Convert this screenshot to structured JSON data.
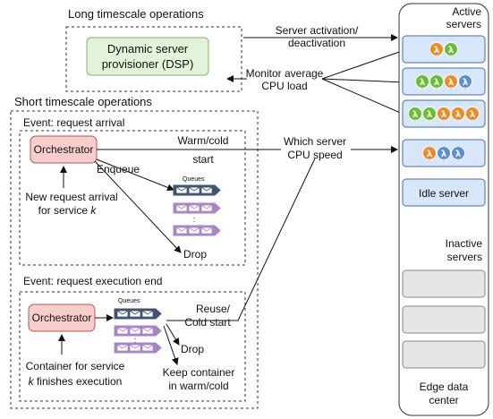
{
  "labels": {
    "long_timescale": "Long timescale operations",
    "short_timescale": "Short timescale operations",
    "dsp_line1": "Dynamic server",
    "dsp_line2": "provisioner (DSP)",
    "server_activation_line1": "Server activation/",
    "server_activation_line2": "deactivation",
    "monitor_line1": "Monitor average",
    "monitor_line2": "CPU load",
    "event_arrival": "Event: request arrival",
    "event_exec_end": "Event: request execution end",
    "orchestrator": "Orchestrator",
    "warm_cold_line1": "Warm/cold",
    "warm_cold_line2": "start",
    "enqueue": "Enqueue",
    "queues": "Queues",
    "drop": "Drop",
    "new_request_line1": "New request arrival",
    "new_request_line2": "for service ",
    "service_k": "k",
    "which_server_line1": "Which server",
    "which_server_line2": "CPU speed",
    "reuse_line1": "Reuse/",
    "reuse_line2": "Cold start",
    "container_line1": "Container for service",
    "container_line2_k": "k",
    "container_line2_rest": " finishes execution",
    "keep_line1": "Keep container",
    "keep_line2": "in warm/cold",
    "active_line1": "Active",
    "active_line2": "servers",
    "idle_server": "Idle server",
    "inactive_line1": "Inactive",
    "inactive_line2": "servers",
    "edge_line1": "Edge data",
    "edge_line2": "center",
    "lambda": "λ"
  },
  "servers": [
    [
      "orange",
      "green"
    ],
    [
      "green",
      "green",
      "orange",
      "blue"
    ],
    [
      "green",
      "green",
      "orange",
      "orange",
      "orange"
    ],
    [
      "orange",
      "blue",
      "blue"
    ]
  ],
  "colors": {
    "green": "#6abf2e",
    "orange": "#f08a24",
    "blue": "#5b8fd6",
    "server_fill": "#d7e6fa",
    "server_stroke": "#3d6fb6",
    "dsp_fill": "#e2f3d9",
    "dsp_stroke": "#82b366",
    "orch_fill": "#f8cecc",
    "orch_stroke": "#b85450",
    "queue_dark": "#3f5470",
    "queue_light": "#a985c4",
    "inactive_fill": "#e6e6e6"
  }
}
